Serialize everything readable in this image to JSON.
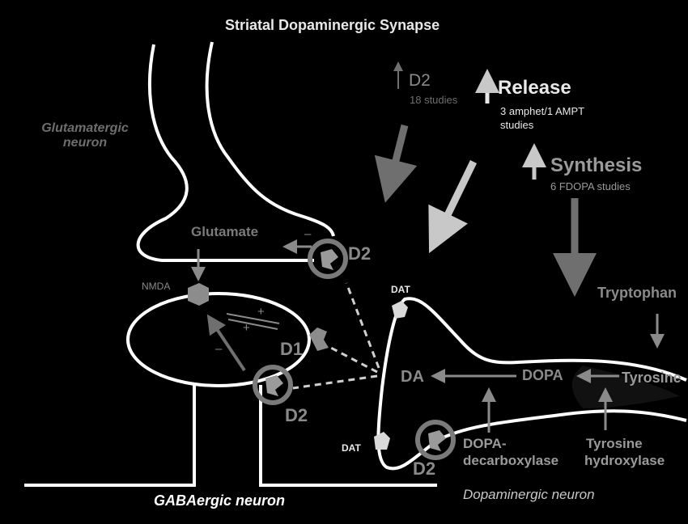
{
  "title": "Striatal Dopaminergic Synapse",
  "colors": {
    "background": "#000000",
    "outline": "#ffffff",
    "text_white": "#e8e8e8",
    "text_gray": "#8a8a8a",
    "text_light": "#bfbfbf",
    "arrow_dark": "#6f6f6f",
    "arrow_light": "#c8c8c8",
    "receptor": "#8c8c8c",
    "dat": "#d9d9d9"
  },
  "neurons": {
    "glutamatergic": "Glutamatergic neuron",
    "gabaergic": "GABAergic neuron",
    "dopaminergic": "Dopaminergic neuron"
  },
  "findings": {
    "d2": {
      "label": "D2",
      "detail": "18 studies"
    },
    "release": {
      "label": "Release",
      "detail_line1": "3 amphet/1 AMPT",
      "detail_line2": "studies"
    },
    "synthesis": {
      "label": "Synthesis",
      "detail": "6 FDOPA studies"
    }
  },
  "molecules": {
    "glutamate": "Glutamate",
    "nmda": "NMDA",
    "da": "DA",
    "dopa": "DOPA",
    "tyrosine": "Tyrosine",
    "tryptophan": "Tryptophan"
  },
  "receptors": {
    "d2_presynaptic_glut": "D2",
    "d1": "D1",
    "d2_gaba": "D2",
    "d2_autoreceptor": "D2",
    "dat_upper": "DAT",
    "dat_lower": "DAT"
  },
  "enzymes": {
    "dopa_decarboxylase_line1": "DOPA-",
    "dopa_decarboxylase_line2": "decarboxylase",
    "tyrosine_hydroxylase_line1": "Tyrosine",
    "tyrosine_hydroxylase_line2": "hydroxylase"
  },
  "signs": {
    "minus": "–",
    "plus": "+"
  }
}
